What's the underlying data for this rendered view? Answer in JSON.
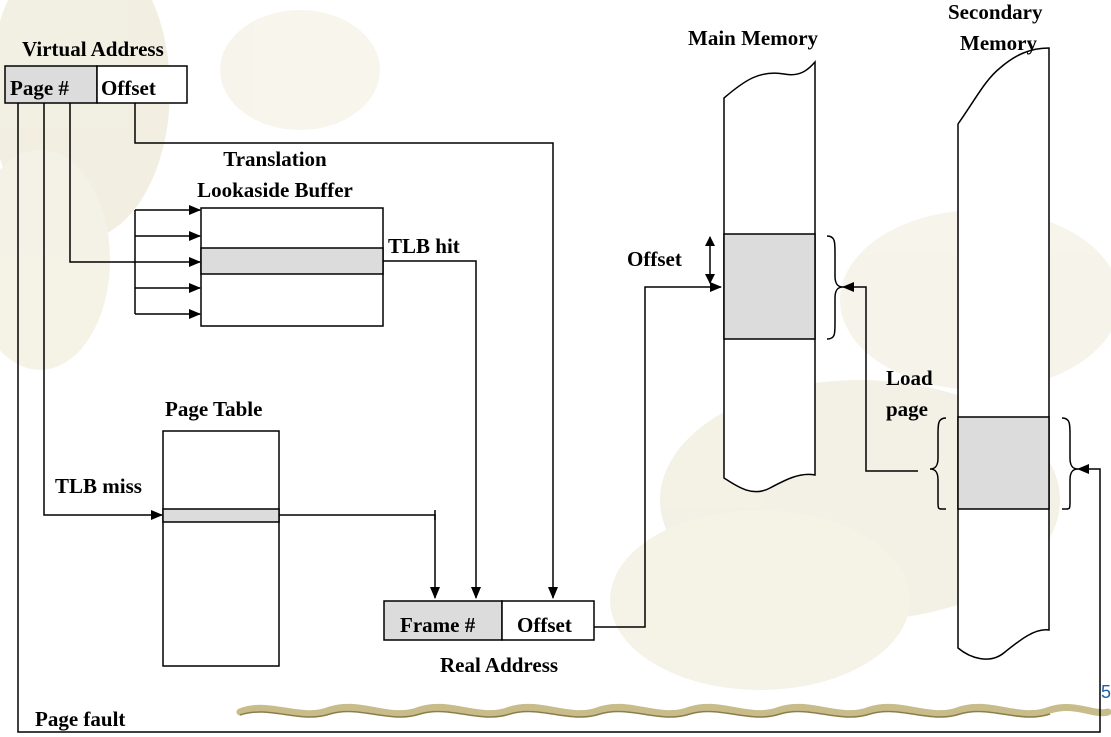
{
  "colors": {
    "shaded": "#dcdcdc",
    "line": "#000000",
    "background": "#ffffff",
    "watermark": "#d8d2b4",
    "slide_number": "#1f5fb0"
  },
  "labels": {
    "virtual_address": "Virtual Address",
    "page_num": "Page #",
    "offset_va": "Offset",
    "tlb_title_line1": "Translation",
    "tlb_title_line2": "Lookaside Buffer",
    "tlb_hit": "TLB hit",
    "page_table": "Page Table",
    "tlb_miss": "TLB miss",
    "frame_num": "Frame #",
    "offset_ra": "Offset",
    "real_address": "Real Address",
    "main_memory": "Main Memory",
    "offset_mm": "Offset",
    "secondary_line1": "Secondary",
    "secondary_line2": "Memory",
    "load_line1": "Load",
    "load_line2": "page",
    "page_fault": "Page fault",
    "slide_number": "5"
  },
  "decor": {
    "watermark_icon": "leaf-watermark-icon",
    "footer_icon": "vine-divider-icon"
  }
}
